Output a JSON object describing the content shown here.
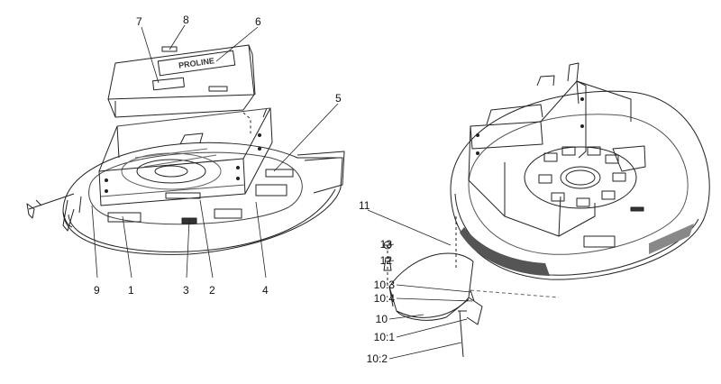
{
  "callouts": {
    "c1": "1",
    "c2": "2",
    "c3": "3",
    "c4": "4",
    "c5": "5",
    "c6": "6",
    "c7": "7",
    "c8": "8",
    "c9": "9",
    "c10": "10",
    "c10_1": "10:1",
    "c10_2": "10:2",
    "c10_3": "10:3",
    "c10_4": "10:4",
    "c11": "11",
    "c12": "12",
    "c13": "13"
  },
  "lid": {
    "brand": "PROLINE"
  },
  "colors": {
    "line": "#222222",
    "shade": "#555555",
    "paper": "#ffffff"
  }
}
